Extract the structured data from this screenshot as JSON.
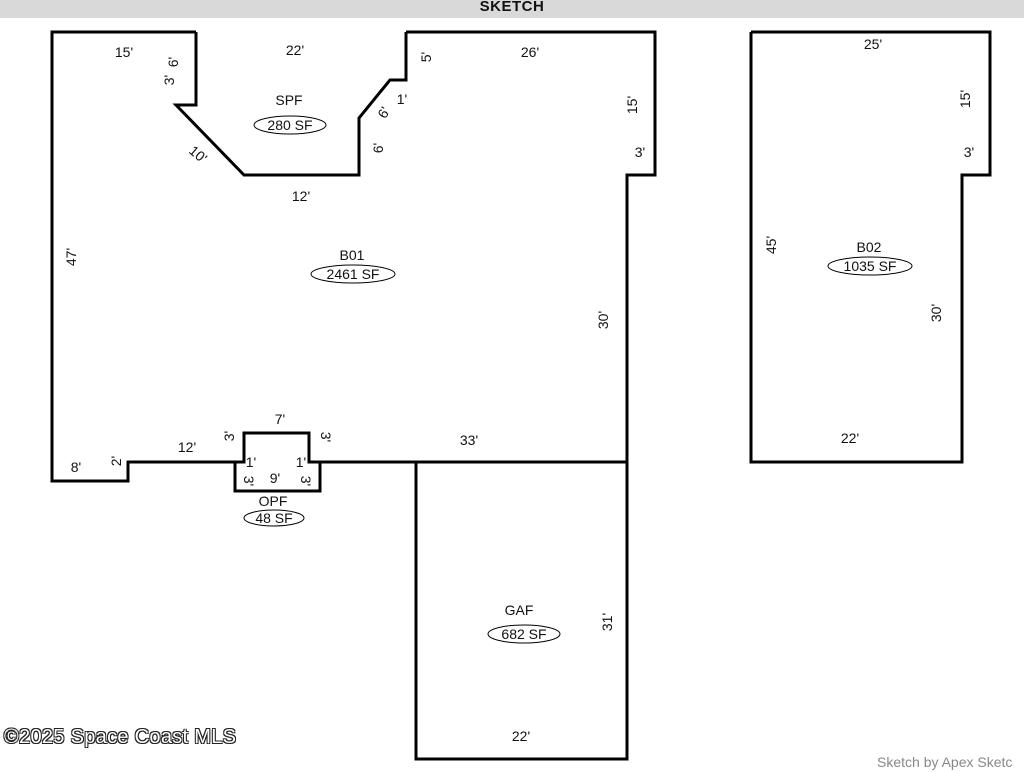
{
  "header": {
    "title": "SKETCH"
  },
  "areas": [
    {
      "id": "B01",
      "code": "B01",
      "sf": "2461 SF"
    },
    {
      "id": "SPF",
      "code": "SPF",
      "sf": "280 SF"
    },
    {
      "id": "OPF",
      "code": "OPF",
      "sf": "48 SF"
    },
    {
      "id": "GAF",
      "code": "GAF",
      "sf": "682 SF"
    },
    {
      "id": "B02",
      "code": "B02",
      "sf": "1035 SF"
    }
  ],
  "dimensions": {
    "b01_top_left": "15'",
    "b01_top_right": "26'",
    "b01_left": "47'",
    "b01_right_upper": "15'",
    "b01_right_notch": "3'",
    "b01_right_lower": "30'",
    "b01_bottom_right": "33'",
    "b01_bottom_mid": "12'",
    "b01_bottom_step": "2'",
    "b01_bottom_left": "8'",
    "spf_left_a": "3'",
    "spf_left_b": "6'",
    "spf_top": "22'",
    "spf_right_top": "5'",
    "spf_right_step": "1'",
    "spf_right_diag": "6'",
    "spf_right_lower": "6'",
    "spf_diag_left": "10'",
    "spf_bottom": "12'",
    "opf_top": "7'",
    "opf_left_upper": "3'",
    "opf_right_upper": "3'",
    "opf_left_step": "1'",
    "opf_right_step": "1'",
    "opf_left_lower": "3'",
    "opf_right_lower": "3'",
    "opf_bottom": "9'",
    "gaf_right": "31'",
    "gaf_bottom": "22'",
    "b02_top": "25'",
    "b02_right_upper": "15'",
    "b02_notch": "3'",
    "b02_left": "45'",
    "b02_right_lower": "30'",
    "b02_bottom": "22'"
  },
  "footer": {
    "copyright": "©2025 Space Coast MLS",
    "credit": "Sketch by Apex Sketc"
  }
}
